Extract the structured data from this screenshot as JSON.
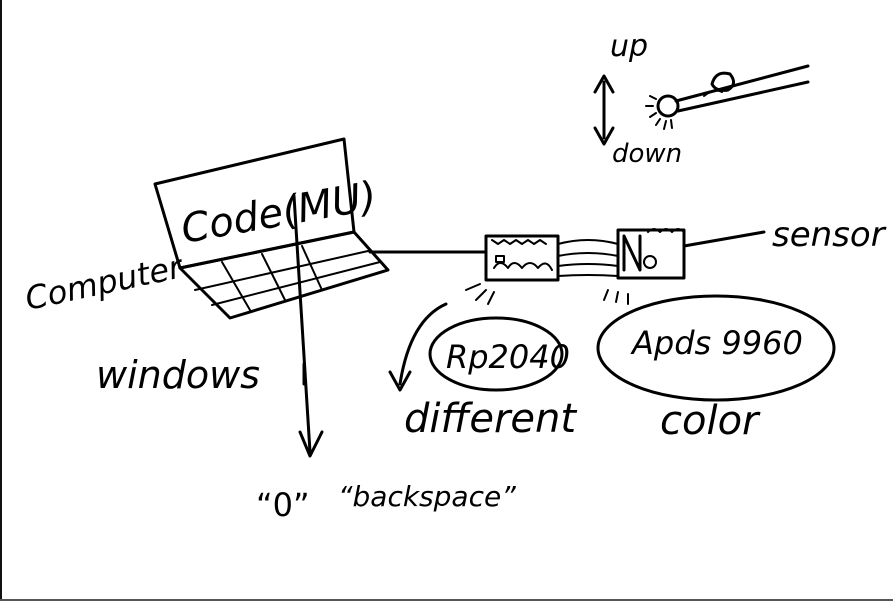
{
  "diagram": {
    "labels": {
      "up": "up",
      "down": "down",
      "code_mu": "Code(MU)",
      "computer": "Computer",
      "windows": "windows",
      "sensor": "sensor",
      "rp2040": "Rp2040",
      "apds": "Apds 9960",
      "different": "different",
      "color": "color",
      "zero_key": "“0”",
      "backspace_key": "“backspace”"
    },
    "ink_color": "#000000",
    "background_color": "#ffffff"
  }
}
